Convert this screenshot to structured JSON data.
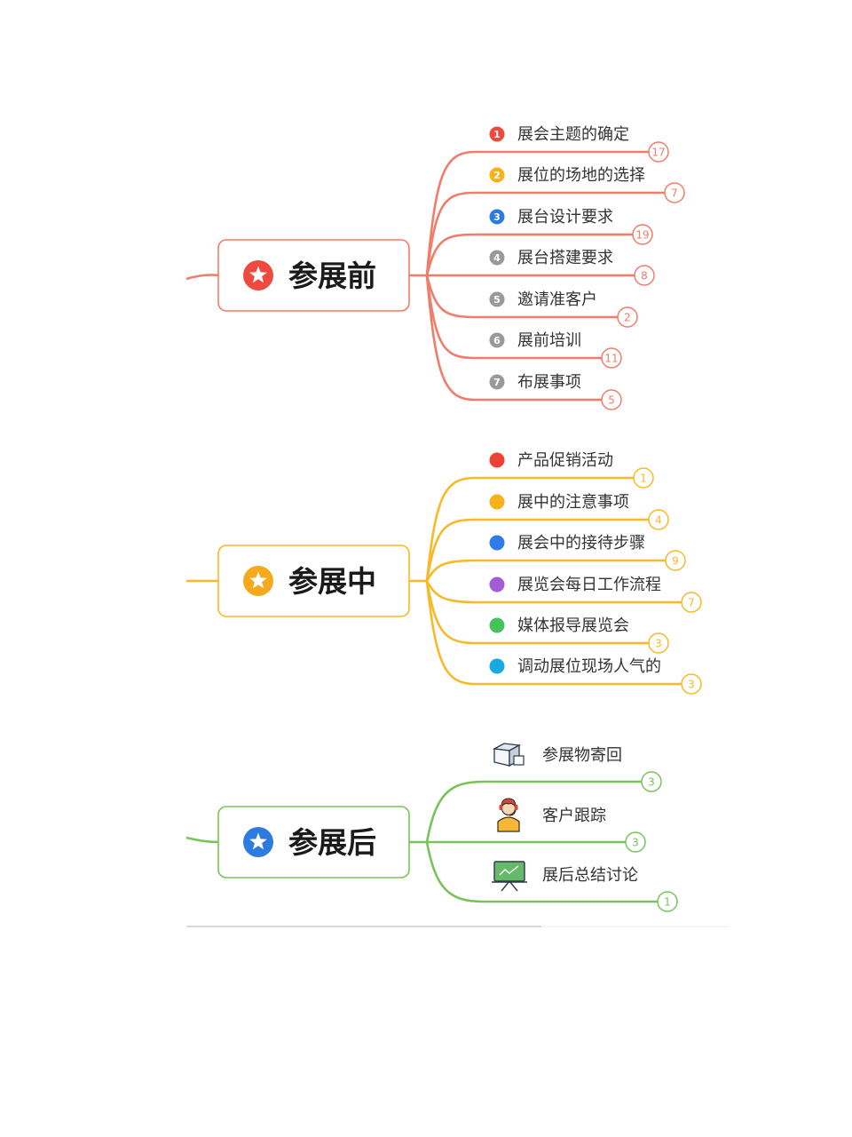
{
  "branches": [
    {
      "title": "参展前",
      "color": "#f07c6a",
      "badge_color": "#ee4a40",
      "marker": "numbered",
      "items": [
        {
          "label": "展会主题的确定",
          "count": "17",
          "marker_num": "1",
          "marker_color": "#ee4a40"
        },
        {
          "label": "展位的场地的选择",
          "count": "7",
          "marker_num": "2",
          "marker_color": "#f7b21b"
        },
        {
          "label": "展台设计要求",
          "count": "19",
          "marker_num": "3",
          "marker_color": "#2e7be0"
        },
        {
          "label": "展台搭建要求",
          "count": "8",
          "marker_num": "4",
          "marker_color": "#999999"
        },
        {
          "label": "邀请准客户",
          "count": "2",
          "marker_num": "5",
          "marker_color": "#999999"
        },
        {
          "label": "展前培训",
          "count": "11",
          "marker_num": "6",
          "marker_color": "#999999"
        },
        {
          "label": "布展事项",
          "count": "5",
          "marker_num": "7",
          "marker_color": "#999999"
        }
      ]
    },
    {
      "title": "参展中",
      "color": "#f7b928",
      "badge_color": "#f5a91b",
      "marker": "dot",
      "items": [
        {
          "label": "产品促销活动",
          "count": "1",
          "marker_color": "#ea4335"
        },
        {
          "label": "展中的注意事项",
          "count": "4",
          "marker_color": "#f7b21b"
        },
        {
          "label": "展会中的接待步骤",
          "count": "9",
          "marker_color": "#2f7ce8"
        },
        {
          "label": "展览会每日工作流程",
          "count": "7",
          "marker_color": "#a45bd6"
        },
        {
          "label": "媒体报导展览会",
          "count": "3",
          "marker_color": "#43c35a"
        },
        {
          "label": "调动展位现场人气的",
          "count": "3",
          "marker_color": "#1aa8e0"
        }
      ]
    },
    {
      "title": "参展后",
      "color": "#78c45a",
      "badge_color": "#2e7be0",
      "marker": "icon",
      "items": [
        {
          "label": "参展物寄回",
          "count": "3",
          "icon": "package-icon"
        },
        {
          "label": "客户跟踪",
          "count": "3",
          "icon": "support-agent-icon"
        },
        {
          "label": "展后总结讨论",
          "count": "1",
          "icon": "presentation-board-icon"
        }
      ]
    }
  ]
}
